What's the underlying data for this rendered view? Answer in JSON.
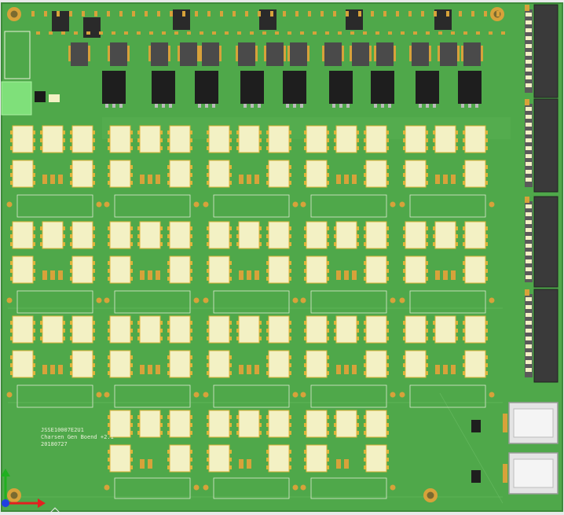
{
  "board": {
    "silkscreen_lines": [
      "JSSE10007E2U1",
      "Charsen Gen Boend +2.1",
      "20180727"
    ]
  },
  "colors": {
    "board": "#4fa84a",
    "trace": "#6fc068",
    "pad": "#f3f1c4",
    "pad_outline": "#e0b43a",
    "ic": "#1e1e1e",
    "connector": "#3a3a3a",
    "copper": "#d7a23a",
    "green_comp": "#7fe07a",
    "axis_x": "#e32020",
    "axis_y": "#20b020",
    "origin": "#2040e0"
  }
}
